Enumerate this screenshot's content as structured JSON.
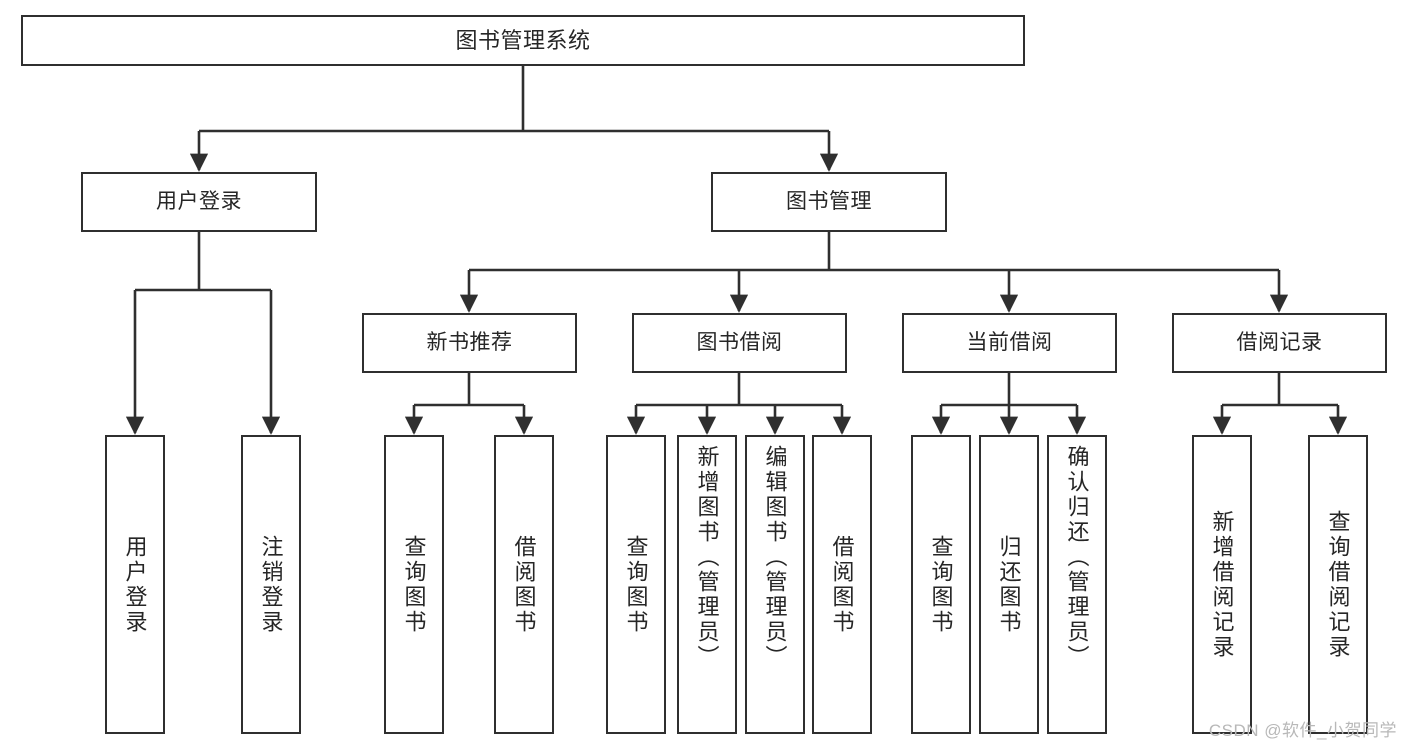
{
  "diagram": {
    "title": "图书管理系统",
    "watermark": "CSDN @软件_小贺同学",
    "stroke_color": "#2f2f2f",
    "fill_color": "#ffffff",
    "text_color": "#262626"
  },
  "nodes": {
    "root": {
      "label": "图书管理系统"
    },
    "level2": [
      {
        "label": "用户登录"
      },
      {
        "label": "图书管理"
      }
    ],
    "level3": [
      {
        "label": "新书推荐"
      },
      {
        "label": "图书借阅"
      },
      {
        "label": "当前借阅"
      },
      {
        "label": "借阅记录"
      }
    ],
    "leaves_login": [
      {
        "label": "用户登录"
      },
      {
        "label": "注销登录"
      }
    ],
    "leaves_newbook": [
      {
        "label": "查询图书"
      },
      {
        "label": "借阅图书"
      }
    ],
    "leaves_borrow": [
      {
        "label": "查询图书"
      },
      {
        "label": "新增图书（管理员）"
      },
      {
        "label": "编辑图书（管理员）"
      },
      {
        "label": "借阅图书"
      }
    ],
    "leaves_current": [
      {
        "label": "查询图书"
      },
      {
        "label": "归还图书"
      },
      {
        "label": "确认归还（管理员）"
      }
    ],
    "leaves_record": [
      {
        "label": "新增借阅记录"
      },
      {
        "label": "查询借阅记录"
      }
    ]
  }
}
